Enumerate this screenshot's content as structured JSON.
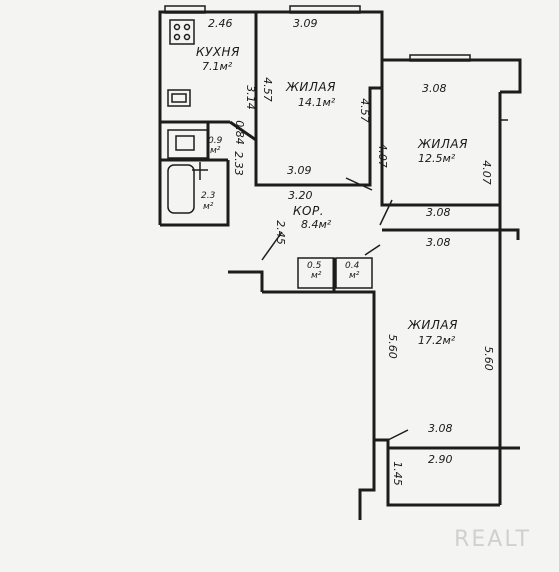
{
  "rooms": {
    "kitchen": {
      "name": "КУХНЯ",
      "area": "7.1м²"
    },
    "living1": {
      "name": "ЖИЛАЯ",
      "area": "14.1м²"
    },
    "living2": {
      "name": "ЖИЛАЯ",
      "area": "12.5м²"
    },
    "living3": {
      "name": "ЖИЛАЯ",
      "area": "17.2м²"
    },
    "corridor": {
      "name": "КОР.",
      "area": "8.4м²"
    },
    "wc": {
      "area_value": "0.9",
      "area_unit": "м²"
    },
    "bath": {
      "area_value": "2.3",
      "area_unit": "м²"
    },
    "closet1": {
      "area_value": "0.5",
      "area_unit": "м²"
    },
    "closet2": {
      "area_value": "0.4",
      "area_unit": "м²"
    }
  },
  "dimensions": {
    "kitchen_top": "2.46",
    "kitchen_side": "3.14",
    "kitchen_bottom": "0.84",
    "bath_side": "2.33",
    "living1_top": "3.09",
    "living1_left": "4.57",
    "living1_right": "4.57",
    "living1_bottom": "3.09",
    "living2_top": "3.08",
    "living2_left": "4.07",
    "living2_right": "4.07",
    "living2_bottom": "3.08",
    "corridor_top": "3.20",
    "corridor_side": "2.45",
    "living3_top": "3.08",
    "living3_left": "5.60",
    "living3_right": "5.60",
    "living3_bottom": "3.08",
    "balcony_width": "2.90",
    "balcony_depth": "1.45"
  },
  "watermark": "REALT"
}
